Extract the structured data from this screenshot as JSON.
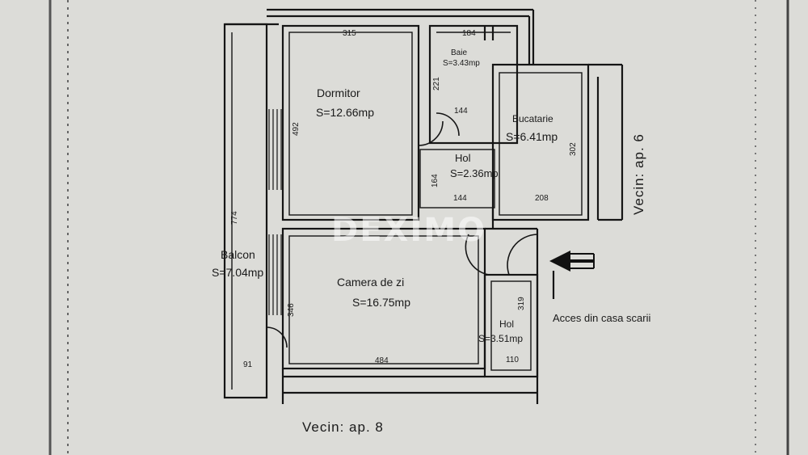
{
  "rooms": {
    "dormitor": {
      "name": "Dormitor",
      "area": "S=12.66mp"
    },
    "baie": {
      "name": "Baie",
      "area": "S=3.43mp"
    },
    "bucatarie": {
      "name": "Bucatarie",
      "area": "S=6.41mp"
    },
    "hol_interior": {
      "name": "Hol",
      "area": "S=2.36mp"
    },
    "balcon": {
      "name": "Balcon",
      "area": "S=7.04mp"
    },
    "camera_de_zi": {
      "name": "Camera de zi",
      "area": "S=16.75mp"
    },
    "hol_intrare": {
      "name": "Hol",
      "area": "S=3.51mp"
    }
  },
  "dimensions": {
    "d315": "315",
    "d184": "184",
    "d492": "492",
    "d221": "221",
    "d144_top": "144",
    "d302": "302",
    "d164": "164",
    "d144_bottom": "144",
    "d208": "208",
    "d774": "774",
    "d346": "346",
    "d319": "319",
    "d484": "484",
    "d110": "110",
    "d91": "91"
  },
  "annotations": {
    "access": "Acces din casa scarii",
    "neighbor_right": "Vecin: ap. 6",
    "neighbor_bottom": "Vecin: ap. 8",
    "watermark": "DEXIMO"
  },
  "icons": {
    "entry_arrow": "arrow-left-icon"
  }
}
